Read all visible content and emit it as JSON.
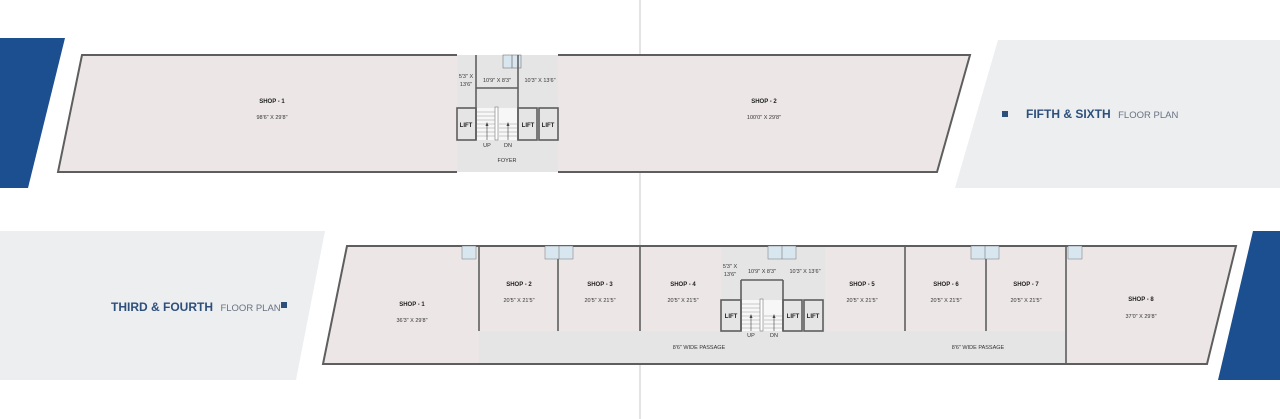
{
  "colors": {
    "accent_blue": "#1b4f8f",
    "title_blue": "#2d4f7c",
    "panel_grey": "#eceef0",
    "floor_fill": "#ece7e6",
    "common_fill": "#e5e5e5",
    "wall": "#5e5e5e"
  },
  "upper_plan": {
    "title_bold": "FIFTH & SIXTH",
    "title_light": "FLOOR PLAN",
    "shops": [
      {
        "name": "SHOP - 1",
        "size": "98'6\" X 29'8\""
      },
      {
        "name": "SHOP - 2",
        "size": "100'0\" X 29'8\""
      }
    ],
    "core": {
      "room_a": [
        "5'3\" X",
        "13'6\""
      ],
      "room_b": "10'9\" X 8'3\"",
      "room_c": "10'3\" X 13'6\"",
      "lifts": [
        "LIFT",
        "LIFT",
        "LIFT"
      ],
      "stair_up": "UP",
      "stair_dn": "DN",
      "foyer": "FOYER"
    }
  },
  "lower_plan": {
    "title_bold": "THIRD & FOURTH",
    "title_light": "FLOOR PLAN",
    "shops": [
      {
        "name": "SHOP - 1",
        "size": "36'3\" X 29'8\""
      },
      {
        "name": "SHOP - 2",
        "size": "20'5\" X 21'5\""
      },
      {
        "name": "SHOP - 3",
        "size": "20'5\" X 21'5\""
      },
      {
        "name": "SHOP - 4",
        "size": "20'5\" X 21'5\""
      },
      {
        "name": "SHOP - 5",
        "size": "20'5\" X 21'5\""
      },
      {
        "name": "SHOP - 6",
        "size": "20'5\" X 21'5\""
      },
      {
        "name": "SHOP - 7",
        "size": "20'5\" X 21'5\""
      },
      {
        "name": "SHOP - 8",
        "size": "37'0\" X 29'8\""
      }
    ],
    "core": {
      "room_a": [
        "5'3\" X",
        "13'6\""
      ],
      "room_b": "10'9\" X 8'3\"",
      "room_c": "10'3\" X 13'6\"",
      "lifts": [
        "LIFT",
        "LIFT",
        "LIFT"
      ],
      "stair_up": "UP",
      "stair_dn": "DN"
    },
    "passages": [
      "8'6\" WIDE PASSAGE",
      "8'6\" WIDE PASSAGE"
    ]
  }
}
